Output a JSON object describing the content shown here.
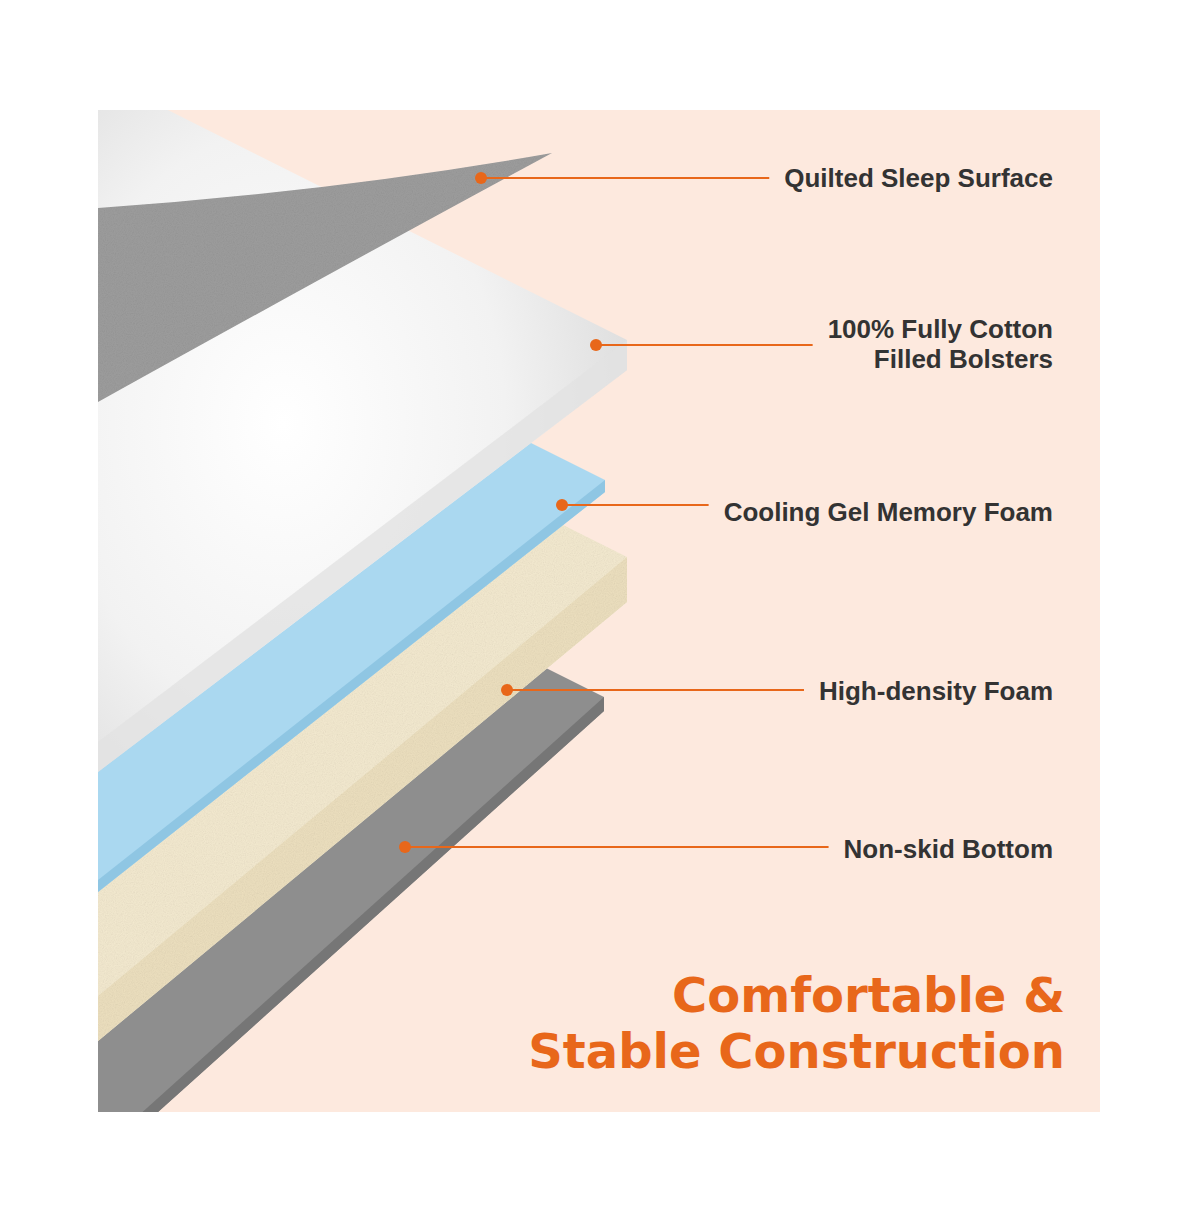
{
  "diagram": {
    "title": "Comfortable & Stable Construction",
    "labels": [
      "Quilted Sleep Surface",
      "100% Fully Cotton Filled Bolsters",
      "Cooling Gel Memory Foam",
      "High-density Foam",
      "Non-skid Bottom"
    ]
  }
}
